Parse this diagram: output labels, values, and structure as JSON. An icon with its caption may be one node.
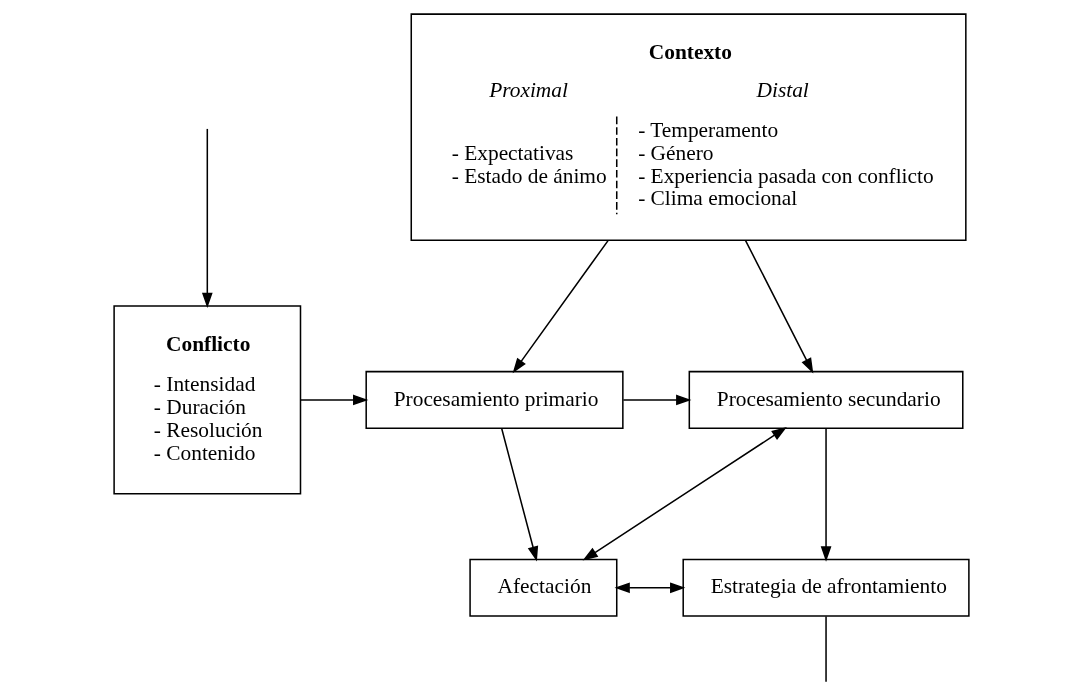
{
  "diagram": {
    "nodes": [
      {
        "text": [
          "Contexto",
          "Proximal",
          "- Expectativas",
          "- Estado de ánimo",
          "Distal",
          "- Temperamento",
          "- Género",
          "- Experiencia pasada con conflicto",
          "- Clima emocional"
        ]
      },
      {
        "text": [
          "Conflicto",
          "- Intensidad",
          "- Duración",
          "- Resolución",
          "- Contenido"
        ]
      },
      {
        "text": [
          "Procesamiento primario"
        ]
      },
      {
        "text": [
          "Procesamiento secundario"
        ]
      },
      {
        "text": [
          "Estrategia de afrontamiento"
        ]
      },
      {
        "text": [
          "Afectación"
        ]
      }
    ],
    "edges": [
      {
        "from": 0,
        "to": 2,
        "arrow": "to"
      },
      {
        "from": 0,
        "to": 3,
        "arrow": "to"
      },
      {
        "from": 1,
        "to": 2,
        "arrow": "to"
      },
      {
        "from": 2,
        "to": 3,
        "arrow": "to"
      },
      {
        "from": 3,
        "to": 4,
        "arrow": "to"
      },
      {
        "from": 2,
        "to": 5,
        "arrow": "to"
      },
      {
        "from": 5,
        "to": 3,
        "arrow": "both"
      },
      {
        "from": 5,
        "to": 4,
        "arrow": "both"
      },
      {
        "from": 4,
        "to": null,
        "arrow": "none"
      },
      {
        "from": null,
        "to": 1,
        "arrow": "to"
      }
    ]
  }
}
